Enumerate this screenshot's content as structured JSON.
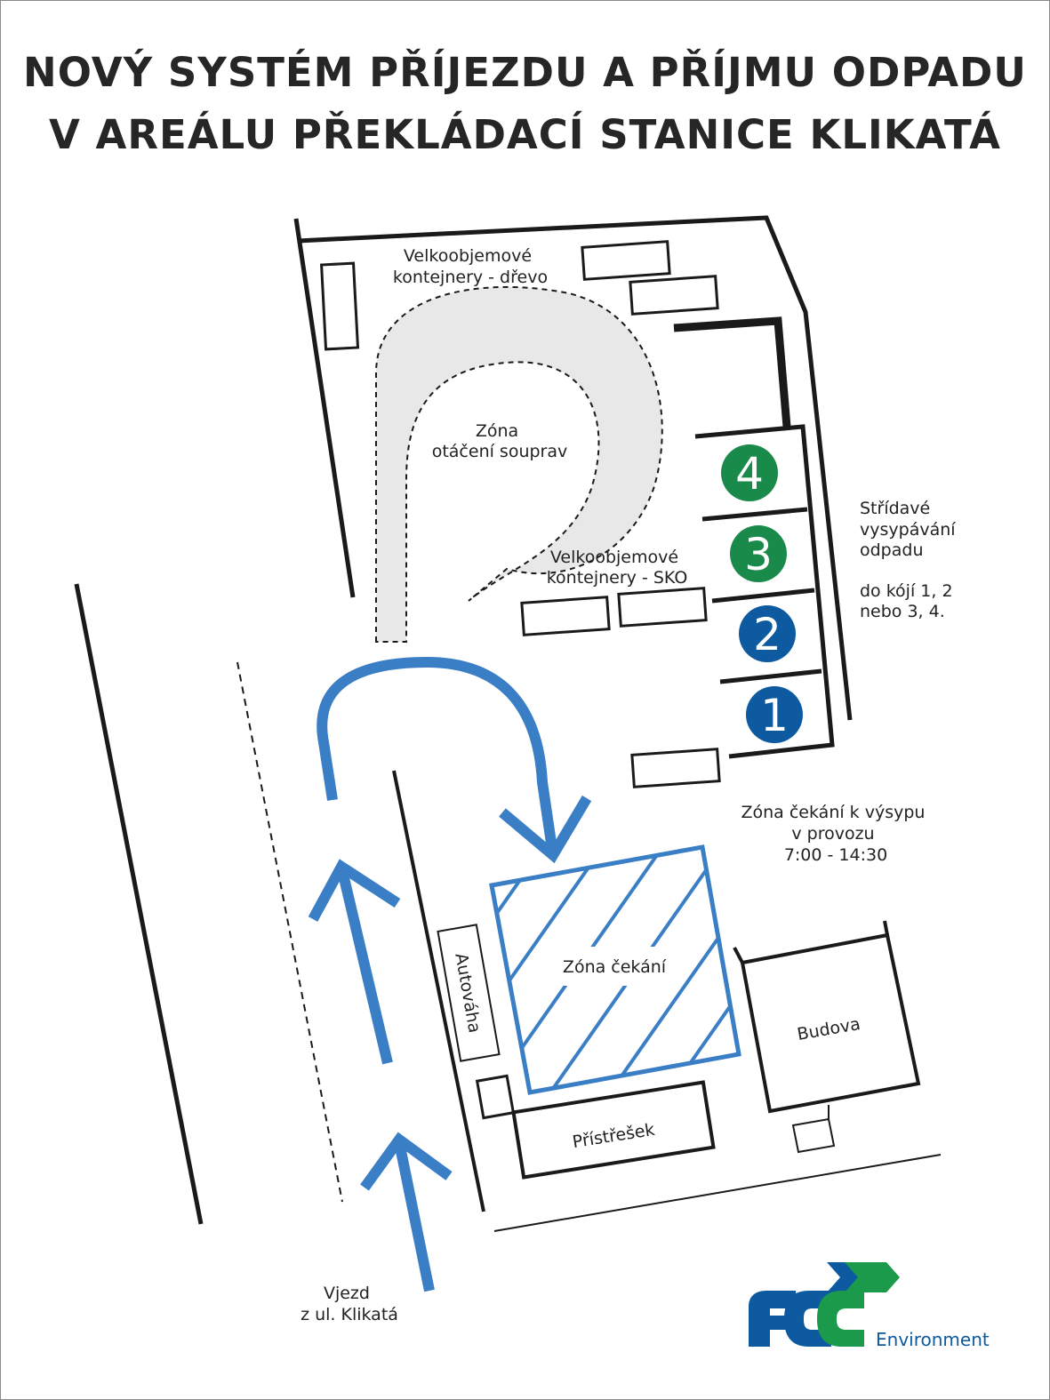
{
  "title": {
    "line1": "NOVÝ SYSTÉM PŘÍJEZDU A PŘÍJMU ODPADU",
    "line2": "V AREÁLU PŘEKLÁDACÍ STANICE KLIKATÁ"
  },
  "labels": {
    "wood_containers": [
      "Velkoobjemové",
      "kontejnery - dřevo"
    ],
    "turning_zone": [
      "Zóna",
      "otáčení souprav"
    ],
    "sko_containers": [
      "Velkoobjemové",
      "kontejnery - SKO"
    ],
    "alternating": [
      "Střídavé",
      "vysypávání",
      "odpadu"
    ],
    "bays_note": [
      "do kójí 1, 2",
      "nebo 3, 4."
    ],
    "waiting_for_dump": [
      "Zóna čekání k výsypu",
      "v provozu",
      "7:00 - 14:30"
    ],
    "waiting_zone": "Zóna čekání",
    "scale": "Autováha",
    "building": "Budova",
    "shelter": "Přístřešek",
    "entrance": [
      "Vjezd",
      "z ul. Klikatá"
    ]
  },
  "bays": [
    {
      "number": "4",
      "color": "#1a8a4a"
    },
    {
      "number": "3",
      "color": "#1a8a4a"
    },
    {
      "number": "2",
      "color": "#0d5aa0"
    },
    {
      "number": "1",
      "color": "#0d5aa0"
    }
  ],
  "logo": {
    "brand": "FCC",
    "sub": "Environment",
    "blue": "#0d5aa0",
    "green": "#1a9a4a"
  },
  "colors": {
    "route_arrow": "#3a7ec6",
    "waiting_zone_hatch": "#3a7ec6",
    "turning_zone_fill": "#e8e8e8"
  }
}
